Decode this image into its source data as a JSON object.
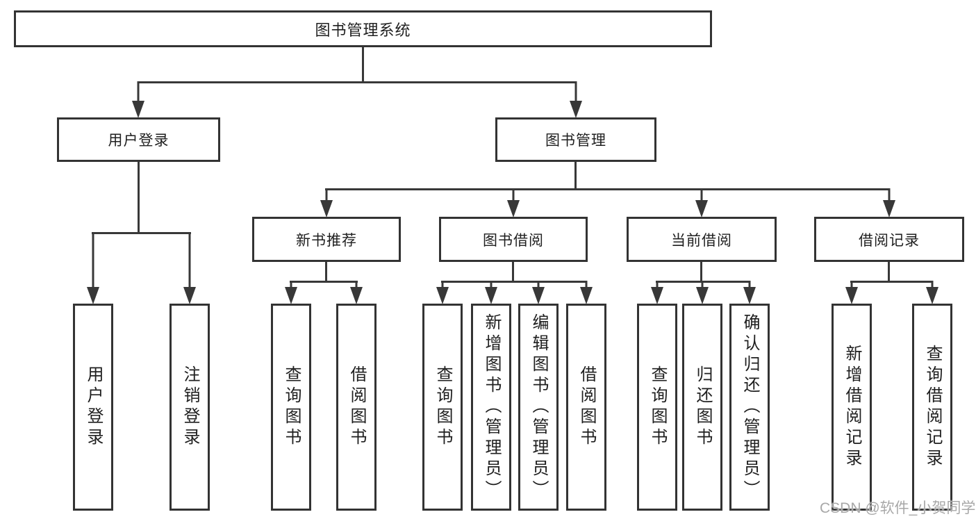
{
  "diagram": {
    "type": "hierarchy",
    "root": {
      "label": "图书管理系统"
    },
    "level2": {
      "user_login": {
        "label": "用户登录",
        "children": [
          "用户登录",
          "注销登录"
        ]
      },
      "book_mgmt": {
        "label": "图书管理"
      }
    },
    "level3": {
      "new_book_rec": {
        "label": "新书推荐",
        "children": [
          "查询图书",
          "借阅图书"
        ]
      },
      "book_borrow": {
        "label": "图书借阅",
        "children": [
          "查询图书",
          "新增图书（管理员）",
          "编辑图书（管理员）",
          "借阅图书"
        ]
      },
      "current_borrow": {
        "label": "当前借阅",
        "children": [
          "查询图书",
          "归还图书",
          "确认归还（管理员）"
        ]
      },
      "borrow_records": {
        "label": "借阅记录",
        "children": [
          "新增借阅记录",
          "查询借阅记录"
        ]
      }
    }
  },
  "watermark": {
    "text": "CSDN @软件_小贺同学"
  },
  "colors": {
    "line": "#383838",
    "box_border": "#333333",
    "text": "#1f1f1f",
    "watermark": "#a8a8a8",
    "background": "#ffffff"
  }
}
